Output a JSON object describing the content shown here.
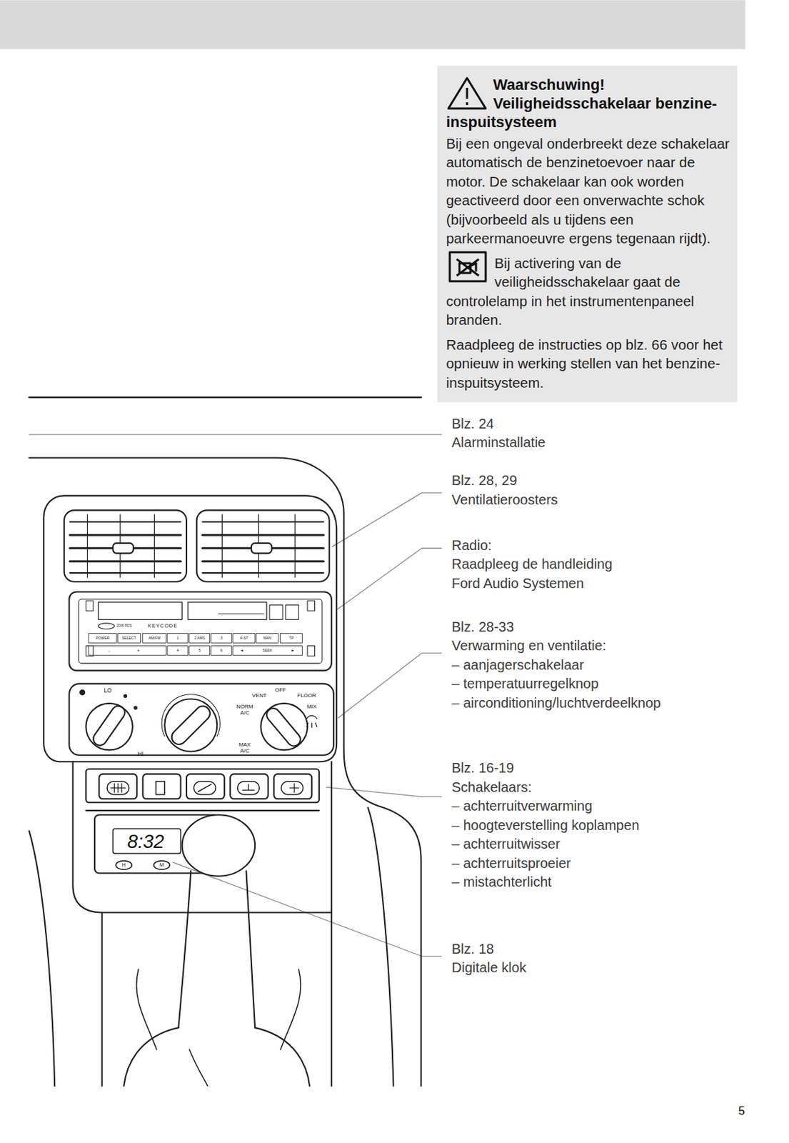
{
  "diagram": {
    "nodes": [
      {
        "text": [
          "Waarschuwing! Veiligheidsschakelaar benzine-inspuitsysteem",
          "Bij een ongeval onderbreekt deze schakelaar automatisch de benzinetoevoer naar de motor. De schakelaar kan ook worden geactiveerd door een onverwachte schok (bijvoorbeeld als u tijdens een parkeermanoeuvre ergens tegenaan rijdt).",
          "Bij activering van de veiligheidsschakelaar gaat de controlelamp in het instrumentenpaneel branden.",
          "Raadpleeg de instructies op blz. 66 voor het opnieuw in werking stellen van het benzine-inspuitsysteem."
        ]
      }
    ],
    "labels": [
      "Blz. 24",
      "Alarminstallatie",
      "Blz. 28, 29",
      "Ventilatieroosters",
      "Radio:",
      "Raadpleeg de handleiding",
      "Ford Audio Systemen",
      "Blz. 28-33",
      "Verwarming en ventilatie:",
      "– aanjagerschakelaar",
      "– temperatuurregelknop",
      "– airconditioning/luchtverdeelknop",
      "Blz. 16-19",
      "Schakelaars:",
      "– achterruitverwarming",
      "– hoogteverstelling koplampen",
      "– achterruitwisser",
      "– achterruitsproeier",
      "– mistachterlicht",
      "Blz. 18",
      "Digitale klok",
      "5",
      "2006 RDS",
      "KEYCODE",
      "POWER",
      "SELECT",
      "AM/FM",
      "1",
      "2 AMS",
      "3",
      "A-ST",
      "MAN",
      "TP",
      "-",
      "+",
      "4",
      "5",
      "6",
      "◄",
      "SEEK",
      "►",
      "LO",
      "HI",
      "VENT",
      "OFF",
      "FLOOR",
      "NORM A/C",
      "MIX",
      "MAX A/C",
      "8:32",
      "H",
      "M"
    ]
  }
}
